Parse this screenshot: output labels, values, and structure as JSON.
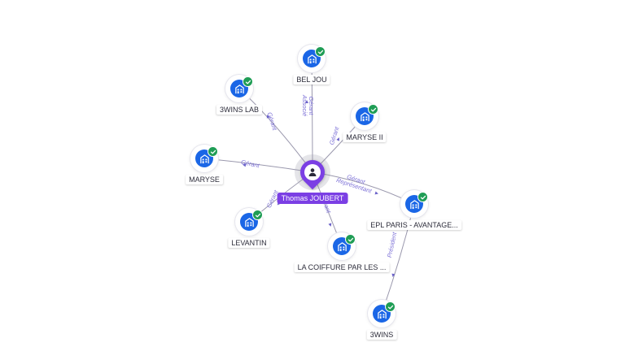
{
  "person": {
    "name": "Thomas JOUBERT",
    "icon": "user-icon",
    "color": "#7b3fe4"
  },
  "companies": [
    {
      "id": "beljou",
      "label": "BEL JOU"
    },
    {
      "id": "3winslab",
      "label": "3WINS LAB"
    },
    {
      "id": "maryse2",
      "label": "MARYSE II"
    },
    {
      "id": "maryse",
      "label": "MARYSE"
    },
    {
      "id": "levantin",
      "label": "LEVANTIN"
    },
    {
      "id": "coiffure",
      "label": "LA COIFFURE PAR LES ..."
    },
    {
      "id": "epl",
      "label": "EPL PARIS - AVANTAGE..."
    },
    {
      "id": "3wins",
      "label": "3WINS"
    }
  ],
  "edges": [
    {
      "from": "person",
      "to": "beljou",
      "label": "Gérant Associé"
    },
    {
      "from": "person",
      "to": "3winslab",
      "label": "Gérant"
    },
    {
      "from": "person",
      "to": "maryse2",
      "label": "Gérant"
    },
    {
      "from": "person",
      "to": "maryse",
      "label": "Gérant"
    },
    {
      "from": "person",
      "to": "levantin",
      "label": "Gérant"
    },
    {
      "from": "person",
      "to": "coiffure",
      "label": "Gérant"
    },
    {
      "from": "person",
      "to": "epl",
      "label": "Gérant Représentant"
    },
    {
      "from": "epl",
      "to": "3wins",
      "label": "Président"
    }
  ],
  "icons": {
    "company": "building-icon",
    "status": "check-badge-icon"
  },
  "colors": {
    "company": "#1a66e6",
    "status": "#1f9d55",
    "edge": "#9a98ad",
    "edge_label": "#7b6fd6"
  }
}
